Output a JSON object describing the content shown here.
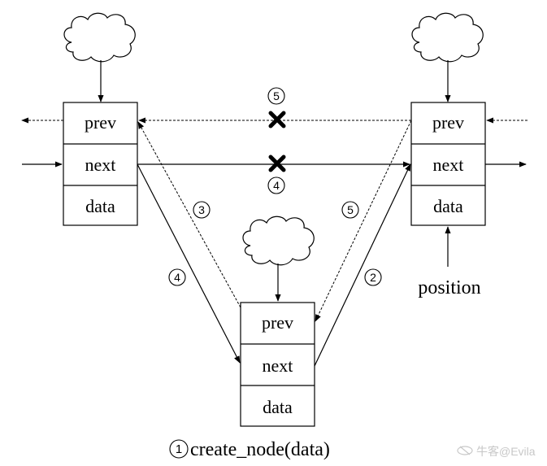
{
  "nodes": {
    "left": {
      "prev": "prev",
      "next": "next",
      "data": "data"
    },
    "right": {
      "prev": "prev",
      "next": "next",
      "data": "data"
    },
    "middle": {
      "prev": "prev",
      "next": "next",
      "data": "data"
    }
  },
  "labels": {
    "position": "position",
    "caption_num": "1",
    "caption_text": "create_node(data)",
    "watermark": "牛客@Evila"
  },
  "steps": {
    "s5_top": "5",
    "s4_mid": "4",
    "s3": "3",
    "s5_right": "5",
    "s4_left": "4",
    "s2": "2"
  },
  "colors": {
    "stroke": "#000000",
    "watermark": "#c8c8c8"
  }
}
